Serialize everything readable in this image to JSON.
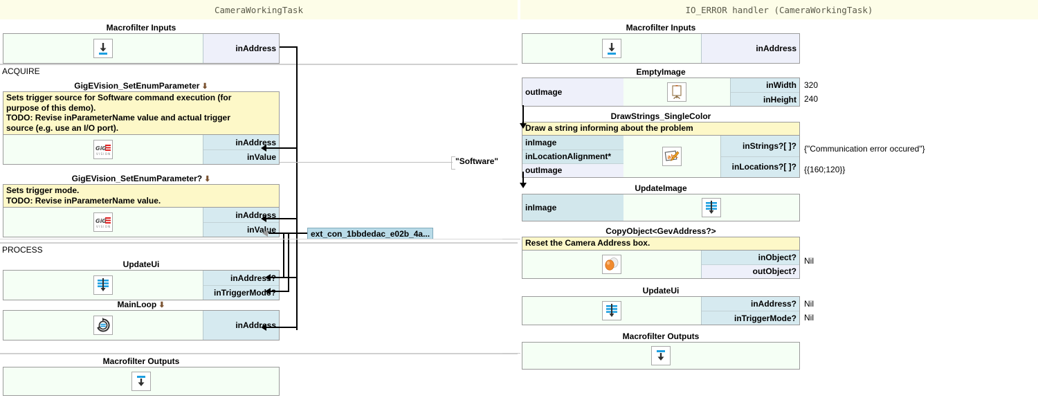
{
  "left_panel": {
    "title": "CameraWorkingTask",
    "sections": [
      {
        "label": "ACQUIRE"
      },
      {
        "label": "PROCESS"
      }
    ],
    "macrofilter_inputs": {
      "name": "Macrofilter Inputs",
      "icon": "macrofilter-input-icon",
      "ports": [
        {
          "label": "inAddress"
        }
      ]
    },
    "filters": [
      {
        "name": "GigEVision_SetEnumParameter",
        "has_dropdown": true,
        "icon": "gigevision-icon",
        "comment": "Sets trigger source for Software command execution (for\n  purpose of this demo).\nTODO: Revise inParameterName value and actual trigger\n  source (e.g. use an I/O port).",
        "ports": [
          {
            "label": "inAddress"
          },
          {
            "label": "inValue"
          }
        ]
      },
      {
        "name": "GigEVision_SetEnumParameter?",
        "has_dropdown": true,
        "icon": "gigevision-icon",
        "comment": "Sets trigger mode.\nTODO: Revise inParameterName value.",
        "ports": [
          {
            "label": "inAddress"
          },
          {
            "label": "inValue"
          }
        ]
      },
      {
        "name": "UpdateUi",
        "has_dropdown": false,
        "icon": "update-ui-icon",
        "ports": [
          {
            "label": "inAddress?"
          },
          {
            "label": "inTriggerMode?"
          }
        ]
      },
      {
        "name": "MainLoop",
        "has_dropdown": true,
        "icon": "mainloop-icon",
        "ports": [
          {
            "label": "inAddress"
          }
        ]
      }
    ],
    "macrofilter_outputs": {
      "name": "Macrofilter Outputs",
      "icon": "macrofilter-output-icon"
    },
    "wire_labels": {
      "software_const": "\"Software\"",
      "ext_con": "ext_con_1bbdedac_e02b_4a..."
    }
  },
  "right_panel": {
    "title": "IO_ERROR handler (CameraWorkingTask)",
    "macrofilter_inputs": {
      "name": "Macrofilter Inputs",
      "icon": "macrofilter-input-icon",
      "ports": [
        {
          "label": "inAddress"
        }
      ]
    },
    "filters": [
      {
        "name": "EmptyImage",
        "icon": "empty-image-icon",
        "outputs": [
          {
            "label": "outImage"
          }
        ],
        "ports": [
          {
            "label": "inWidth",
            "value": "320"
          },
          {
            "label": "inHeight",
            "value": "240"
          }
        ]
      },
      {
        "name": "DrawStrings_SingleColor",
        "icon": "draw-strings-icon",
        "comment": "Draw a string informing about the problem",
        "outputs": [
          {
            "label": "inImage",
            "kind": "cyan"
          },
          {
            "label": "inLocationAlignment*",
            "kind": "cyan"
          },
          {
            "label": "outImage",
            "kind": "lav"
          }
        ],
        "ports": [
          {
            "label": "inStrings?[ ]?",
            "value": "{\"Communication error occured\"}"
          },
          {
            "label": "inLocations?[ ]?",
            "value": "{{160;120}}"
          }
        ]
      },
      {
        "name": "UpdateImage",
        "icon": "update-ui-icon",
        "outputs": [
          {
            "label": "inImage",
            "kind": "cyan"
          }
        ],
        "ports": []
      },
      {
        "name": "CopyObject<GevAddress?>",
        "icon": "copy-object-icon",
        "comment": "Reset the Camera Address box.",
        "ports": [
          {
            "label": "inObject?",
            "value": "Nil",
            "kind": "cyan"
          },
          {
            "label": "outObject?",
            "value": "",
            "kind": "lav"
          }
        ]
      },
      {
        "name": "UpdateUi",
        "icon": "update-ui-icon",
        "ports": [
          {
            "label": "inAddress?",
            "value": "Nil"
          },
          {
            "label": "inTriggerMode?",
            "value": "Nil"
          }
        ]
      }
    ],
    "macrofilter_outputs": {
      "name": "Macrofilter Outputs",
      "icon": "macrofilter-output-icon"
    }
  },
  "colors": {
    "header_bg": "#fdfde8",
    "comment_bg": "#fdf8c8",
    "port_cyan": "#d6eaf0",
    "port_lavender": "#eef0fa",
    "body_bg": "#f5fff5",
    "wire": "#000000",
    "conn_label_bg": "#b9dbe8"
  }
}
